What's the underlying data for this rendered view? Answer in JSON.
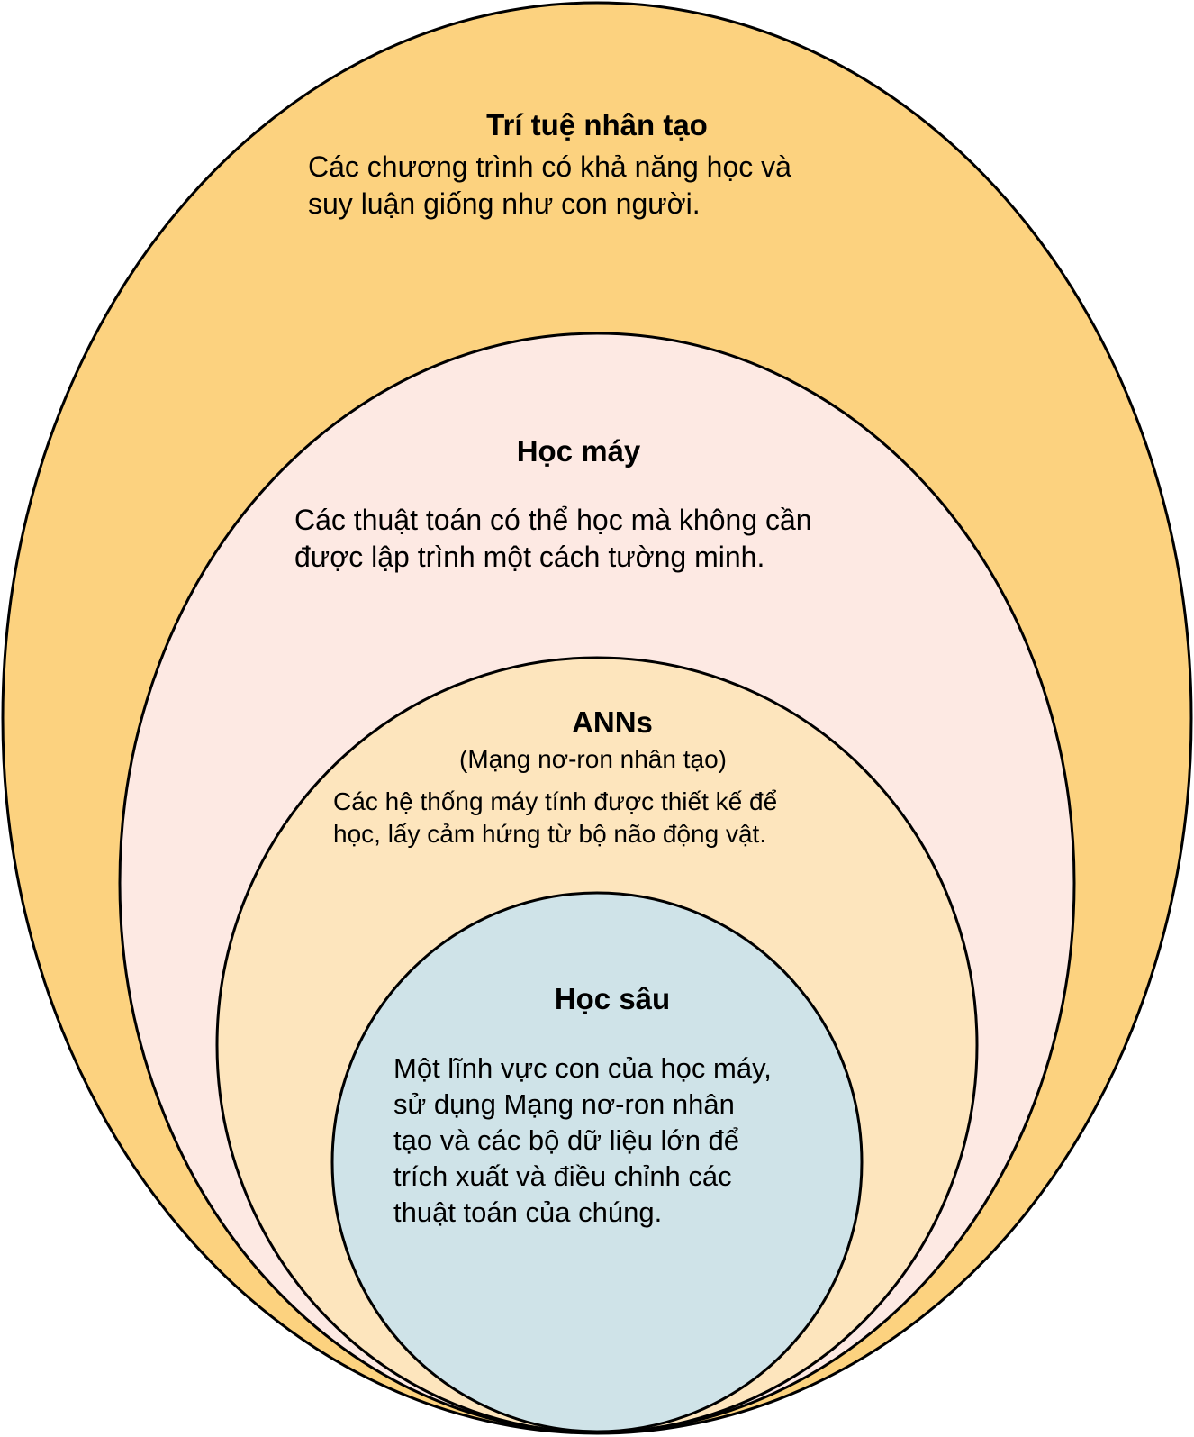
{
  "colors": {
    "ai_fill": "#fcd27f",
    "ml_fill": "#fde9e3",
    "ann_fill": "#fde5bd",
    "dl_fill": "#cfe3e8",
    "stroke": "#000000"
  },
  "ai": {
    "title": "Trí tuệ nhân tạo",
    "desc_lines": [
      "Các chương trình có khả năng học và",
      "suy luận giống như con người."
    ]
  },
  "ml": {
    "title": "Học máy",
    "desc_lines": [
      "Các thuật toán có thể học mà không cần",
      "được lập trình một cách tường minh."
    ]
  },
  "ann": {
    "title": "ANNs",
    "subtitle": "(Mạng nơ-ron nhân tạo)",
    "desc_lines": [
      "Các hệ thống máy tính được thiết kế để",
      "học, lấy cảm hứng từ bộ não động vật."
    ]
  },
  "dl": {
    "title": "Học sâu",
    "desc_lines": [
      "Một lĩnh vực con của học máy,",
      "sử dụng Mạng nơ-ron nhân",
      "tạo và các bộ dữ liệu lớn để",
      "trích xuất và điều chỉnh các",
      "thuật toán của chúng."
    ]
  }
}
